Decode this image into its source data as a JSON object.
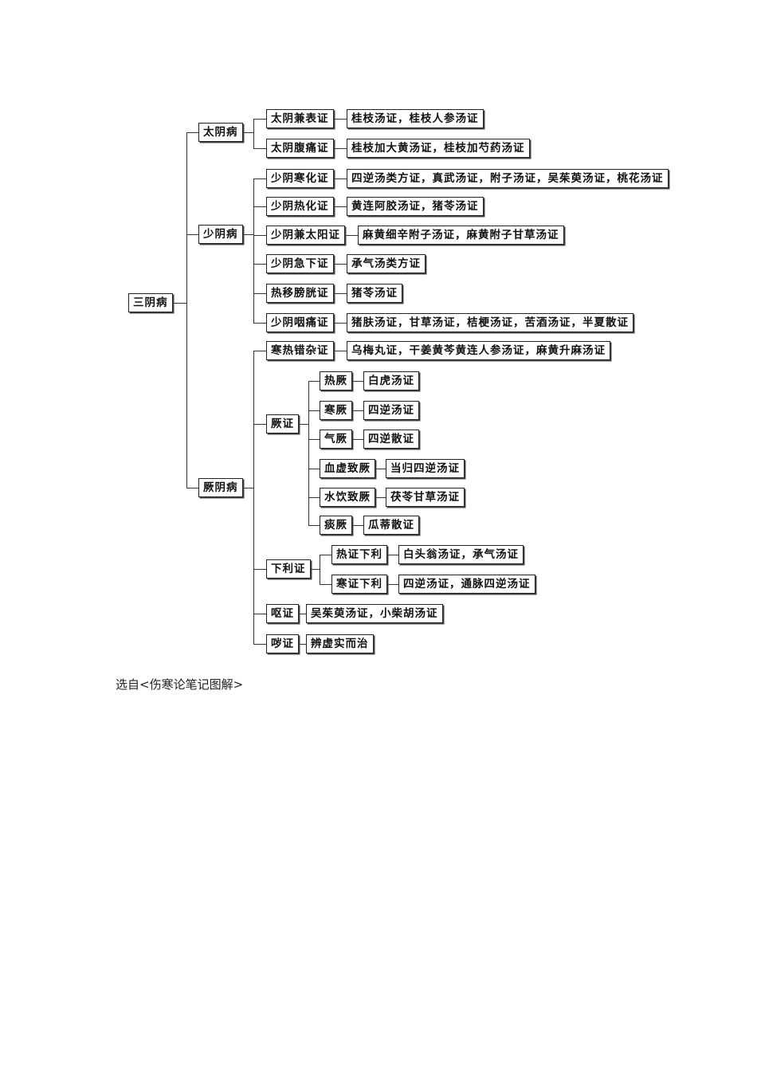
{
  "diagram": {
    "root": "三阴病",
    "branches": [
      {
        "label": "太阴病",
        "children": [
          {
            "label": "太阴兼表证",
            "treatment": "桂枝汤证，桂枝人参汤证"
          },
          {
            "label": "太阴腹痛证",
            "treatment": "桂枝加大黄汤证，桂枝加芍药汤证"
          }
        ]
      },
      {
        "label": "少阴病",
        "children": [
          {
            "label": "少阴寒化证",
            "treatment": "四逆汤类方证，真武汤证，附子汤证，吴茱萸汤证，桃花汤证"
          },
          {
            "label": "少阴热化证",
            "treatment": "黄连阿胶汤证，猪苓汤证"
          },
          {
            "label": "少阴兼太阳证",
            "treatment": "麻黄细辛附子汤证，麻黄附子甘草汤证"
          },
          {
            "label": "少阴急下证",
            "treatment": "承气汤类方证"
          },
          {
            "label": "热移膀胱证",
            "treatment": "猪苓汤证"
          },
          {
            "label": "少阴咽痛证",
            "treatment": "猪肤汤证，甘草汤证，桔梗汤证，苦酒汤证，半夏散证"
          }
        ]
      },
      {
        "label": "厥阴病",
        "children": [
          {
            "label": "寒热错杂证",
            "treatment": "乌梅丸证，干姜黄芩黄连人参汤证，麻黄升麻汤证"
          },
          {
            "label": "厥证",
            "children": [
              {
                "label": "热厥",
                "treatment": "白虎汤证"
              },
              {
                "label": "寒厥",
                "treatment": "四逆汤证"
              },
              {
                "label": "气厥",
                "treatment": "四逆散证"
              },
              {
                "label": "血虚致厥",
                "treatment": "当归四逆汤证"
              },
              {
                "label": "水饮致厥",
                "treatment": "茯苓甘草汤证"
              },
              {
                "label": "痰厥",
                "treatment": "瓜蒂散证"
              }
            ]
          },
          {
            "label": "下利证",
            "children": [
              {
                "label": "热证下利",
                "treatment": "白头翁汤证，承气汤证"
              },
              {
                "label": "寒证下利",
                "treatment": "四逆汤证，通脉四逆汤证"
              }
            ]
          },
          {
            "label": "呕证",
            "treatment": "吴茱萸汤证，小柴胡汤证"
          },
          {
            "label": "哕证",
            "treatment": "辨虚实而治"
          }
        ]
      }
    ]
  },
  "caption": "选自<伤寒论笔记图解>"
}
